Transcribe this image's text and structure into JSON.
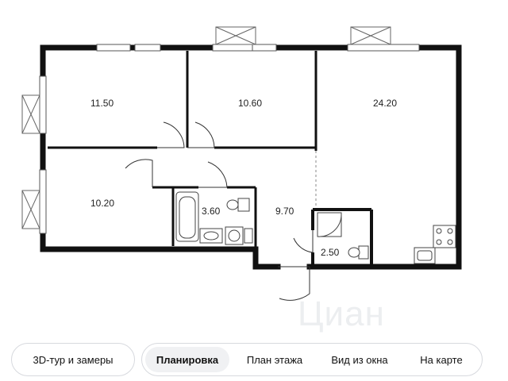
{
  "floorplan": {
    "rooms": [
      {
        "id": "bedroom-top-left",
        "area": "11.50"
      },
      {
        "id": "bedroom-top-middle",
        "area": "10.60"
      },
      {
        "id": "living-kitchen",
        "area": "24.20"
      },
      {
        "id": "bedroom-left",
        "area": "10.20"
      },
      {
        "id": "bathroom",
        "area": "3.60"
      },
      {
        "id": "hallway",
        "area": "9.70"
      },
      {
        "id": "toilet",
        "area": "2.50"
      }
    ],
    "watermark": "Циан"
  },
  "tabs": {
    "tour": "3D-тур и замеры",
    "items": [
      {
        "label": "Планировка",
        "active": true
      },
      {
        "label": "План этажа",
        "active": false
      },
      {
        "label": "Вид из окна",
        "active": false
      },
      {
        "label": "На карте",
        "active": false
      }
    ]
  }
}
